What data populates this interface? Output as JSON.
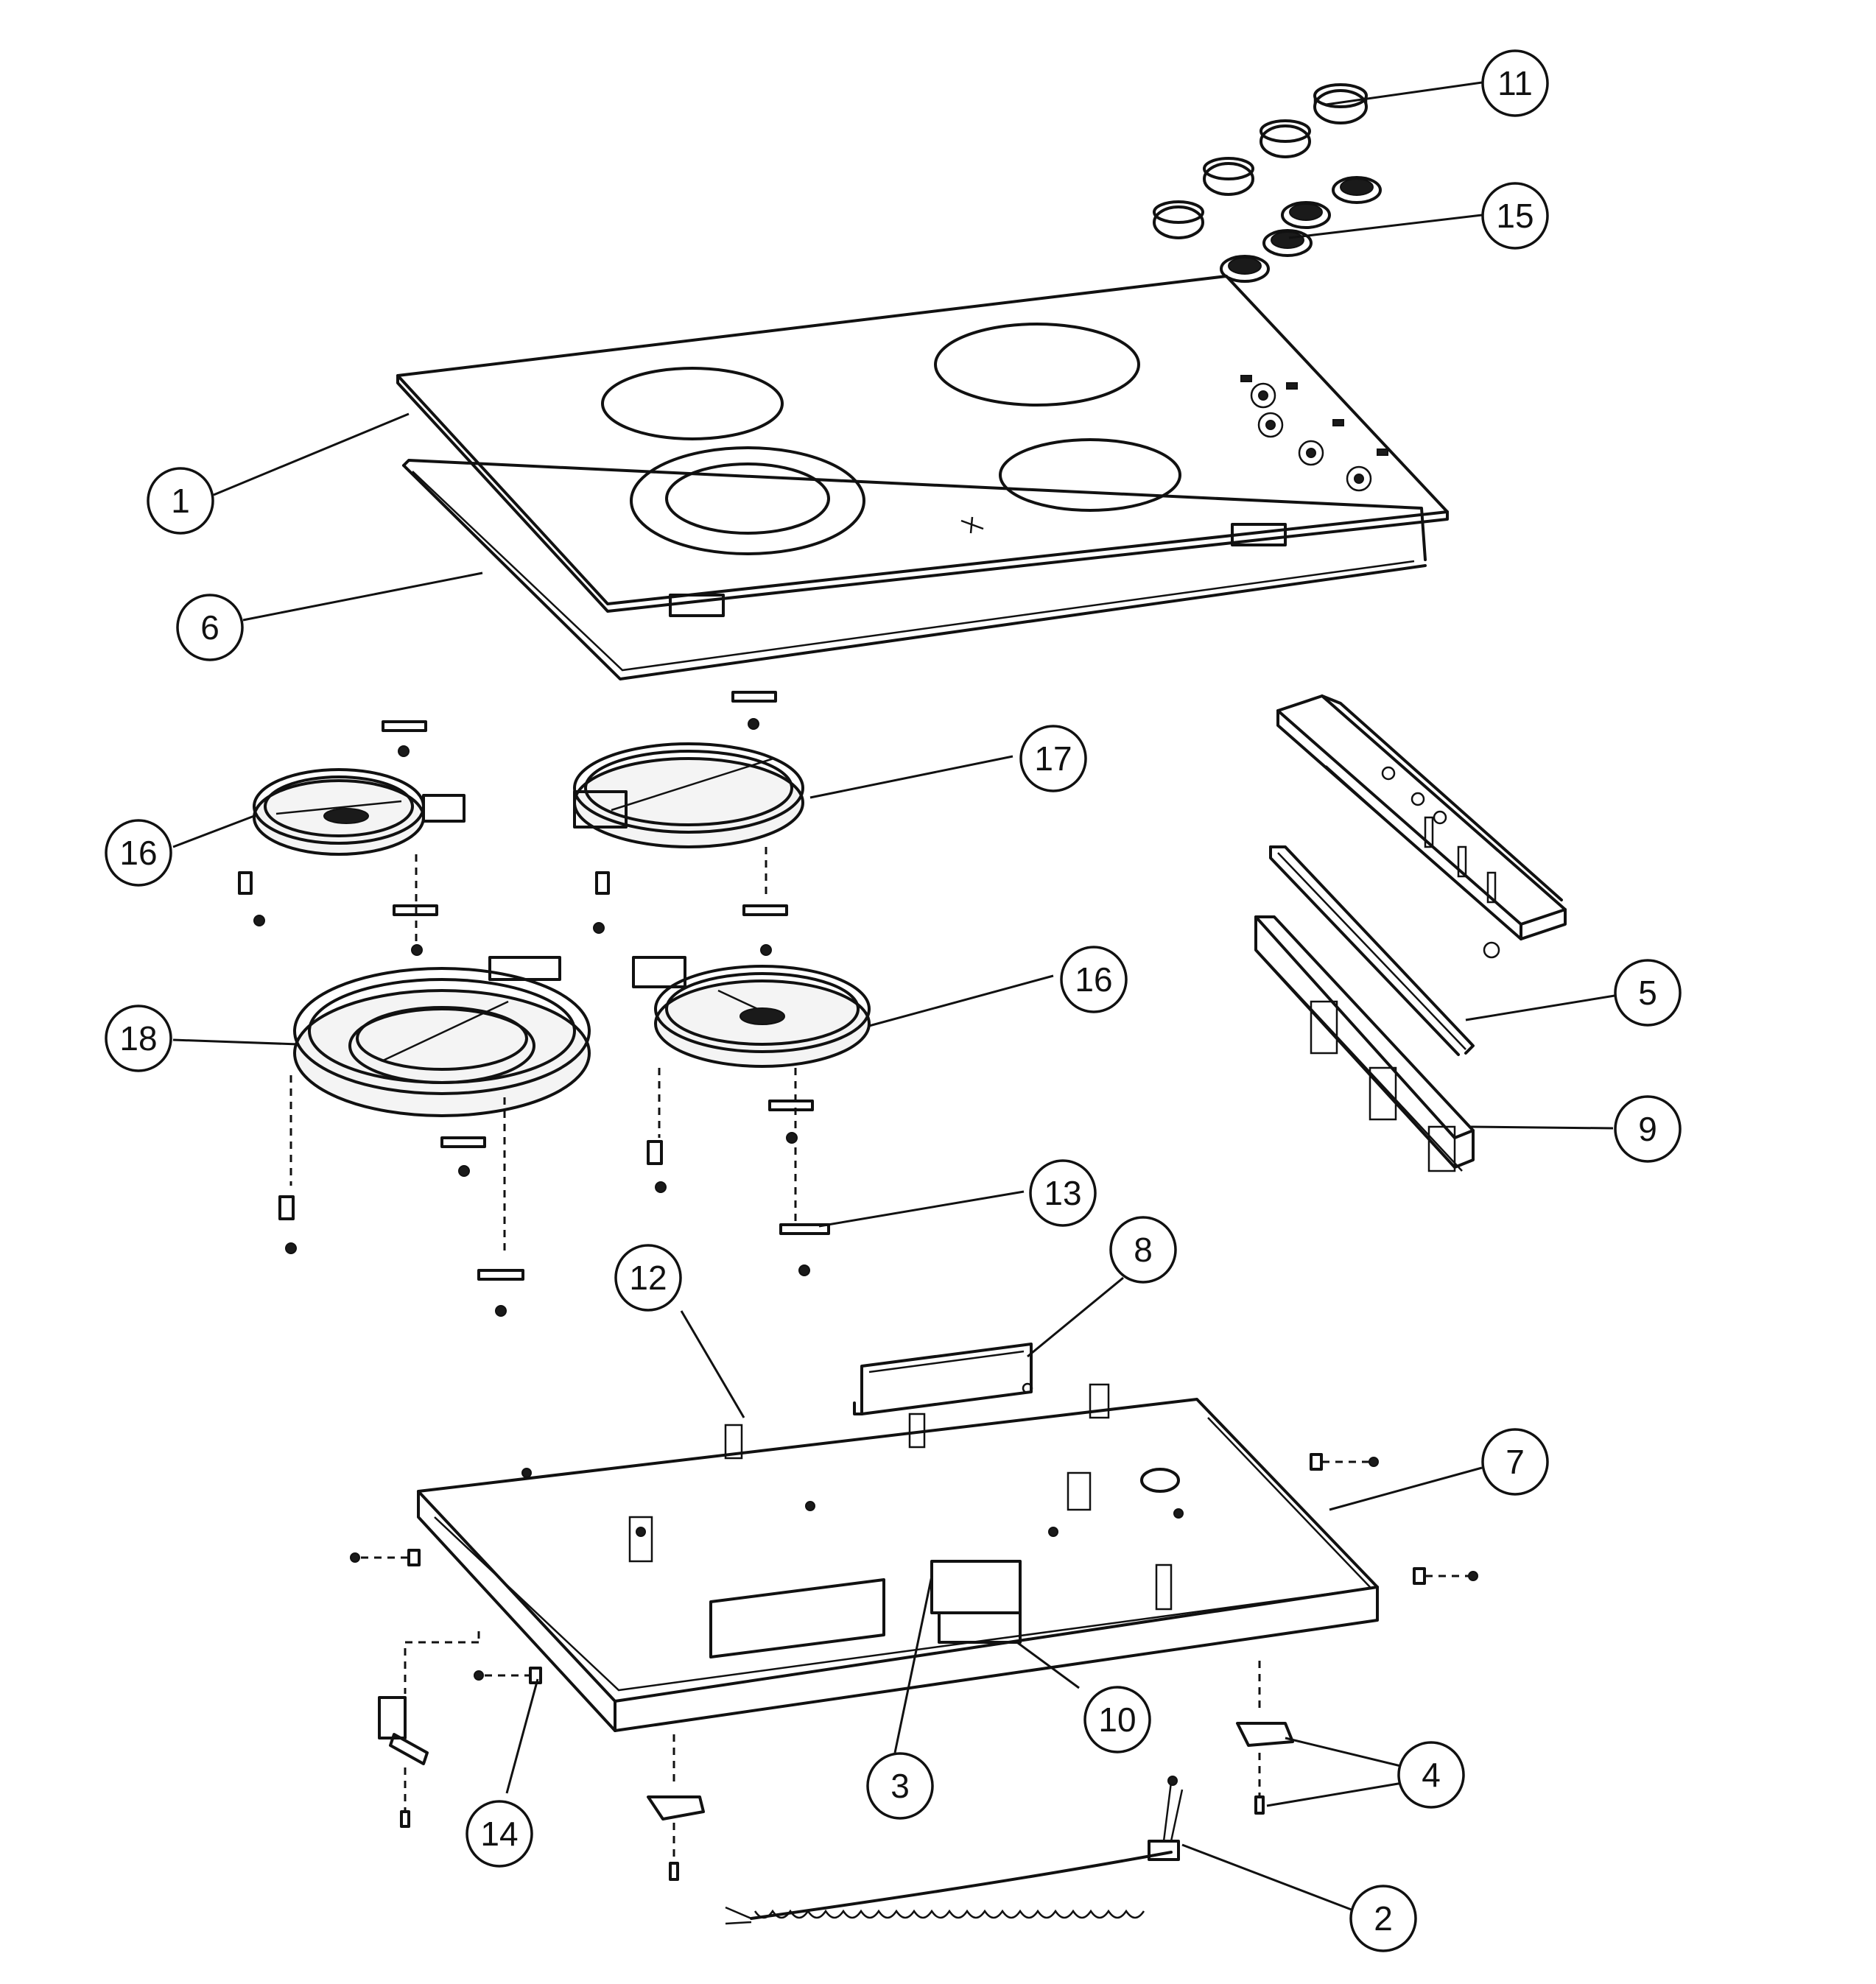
{
  "diagram": {
    "callouts": [
      {
        "id": "callout-1",
        "label": "1"
      },
      {
        "id": "callout-2",
        "label": "2"
      },
      {
        "id": "callout-3",
        "label": "3"
      },
      {
        "id": "callout-4",
        "label": "4"
      },
      {
        "id": "callout-5",
        "label": "5"
      },
      {
        "id": "callout-6",
        "label": "6"
      },
      {
        "id": "callout-7",
        "label": "7"
      },
      {
        "id": "callout-8",
        "label": "8"
      },
      {
        "id": "callout-9",
        "label": "9"
      },
      {
        "id": "callout-10",
        "label": "10"
      },
      {
        "id": "callout-11",
        "label": "11"
      },
      {
        "id": "callout-12",
        "label": "12"
      },
      {
        "id": "callout-13",
        "label": "13"
      },
      {
        "id": "callout-14",
        "label": "14"
      },
      {
        "id": "callout-15",
        "label": "15"
      },
      {
        "id": "callout-16a",
        "label": "16"
      },
      {
        "id": "callout-16b",
        "label": "16"
      },
      {
        "id": "callout-17",
        "label": "17"
      },
      {
        "id": "callout-18",
        "label": "18"
      }
    ]
  }
}
